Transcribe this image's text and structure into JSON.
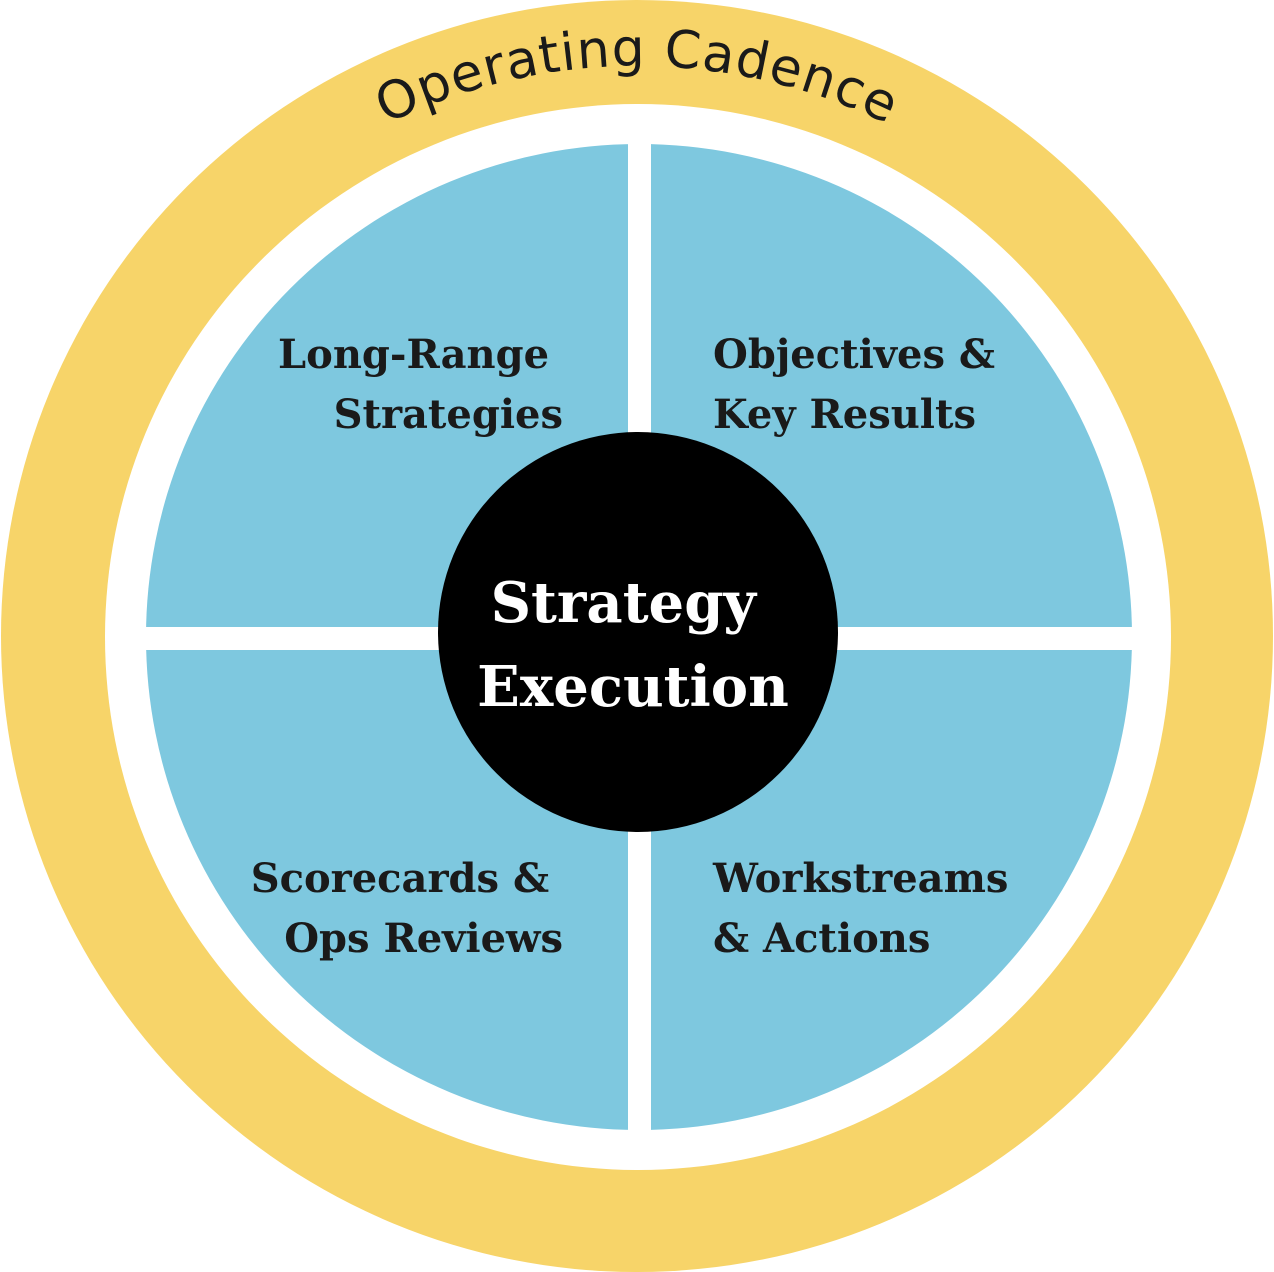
{
  "colors": {
    "outer_ring": "#F7D469",
    "quadrant": "#7EC8DF",
    "gap": "#FFFFFF",
    "center": "#000000",
    "dark_text": "#1A1A1A",
    "light_text": "#FFFFFF"
  },
  "ring": {
    "label": "Operating Cadence"
  },
  "quadrants": {
    "top_left": {
      "line1": "Long-Range",
      "line2": "Strategies"
    },
    "top_right": {
      "line1": "Objectives &",
      "line2": "Key Results"
    },
    "bottom_left": {
      "line1": "Scorecards &",
      "line2": "Ops Reviews"
    },
    "bottom_right": {
      "line1": "Workstreams",
      "line2": "& Actions"
    }
  },
  "center": {
    "line1": "Strategy",
    "line2": "Execution"
  }
}
